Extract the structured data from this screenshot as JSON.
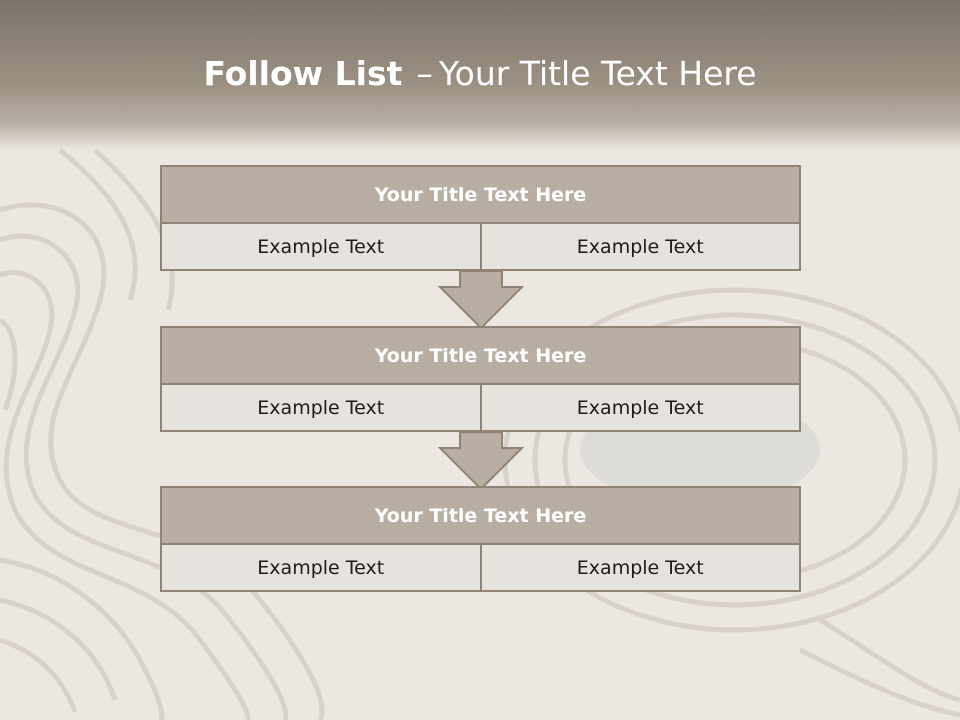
{
  "slide": {
    "title_bold": "Follow List",
    "title_dash": "–",
    "title_rest": "Your Title Text Here"
  },
  "steps": [
    {
      "title": "Your Title Text Here",
      "left": "Example Text",
      "right": "Example Text"
    },
    {
      "title": "Your Title Text Here",
      "left": "Example Text",
      "right": "Example Text"
    },
    {
      "title": "Your Title Text Here",
      "left": "Example Text",
      "right": "Example Text"
    }
  ],
  "colors": {
    "header_fill": "#b8afa2",
    "cell_fill": "#e6e2dd",
    "border": "#8f8375",
    "arrow_fill": "#b8afa2"
  }
}
